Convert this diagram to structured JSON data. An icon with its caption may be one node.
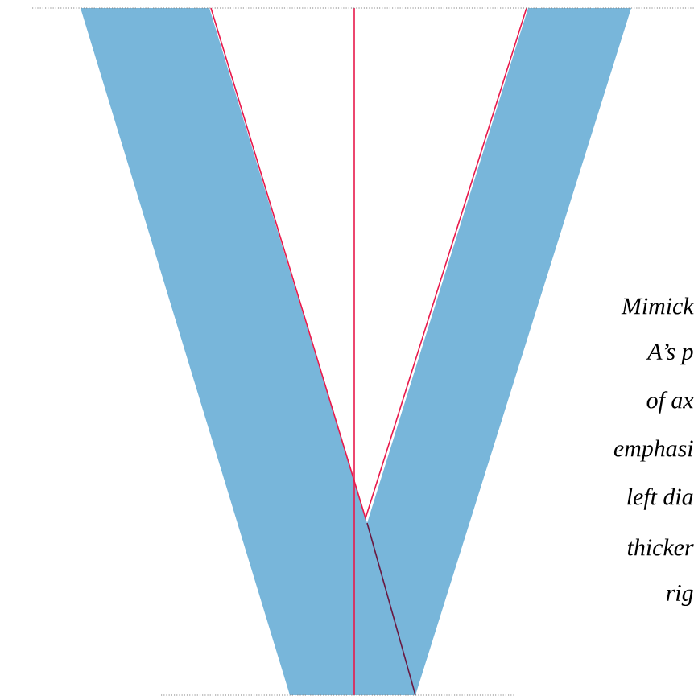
{
  "diagram": {
    "labels": [
      "Mimick",
      "A’s p",
      "of ax",
      "emphasi",
      "left dia",
      "thicker",
      "rig"
    ]
  }
}
